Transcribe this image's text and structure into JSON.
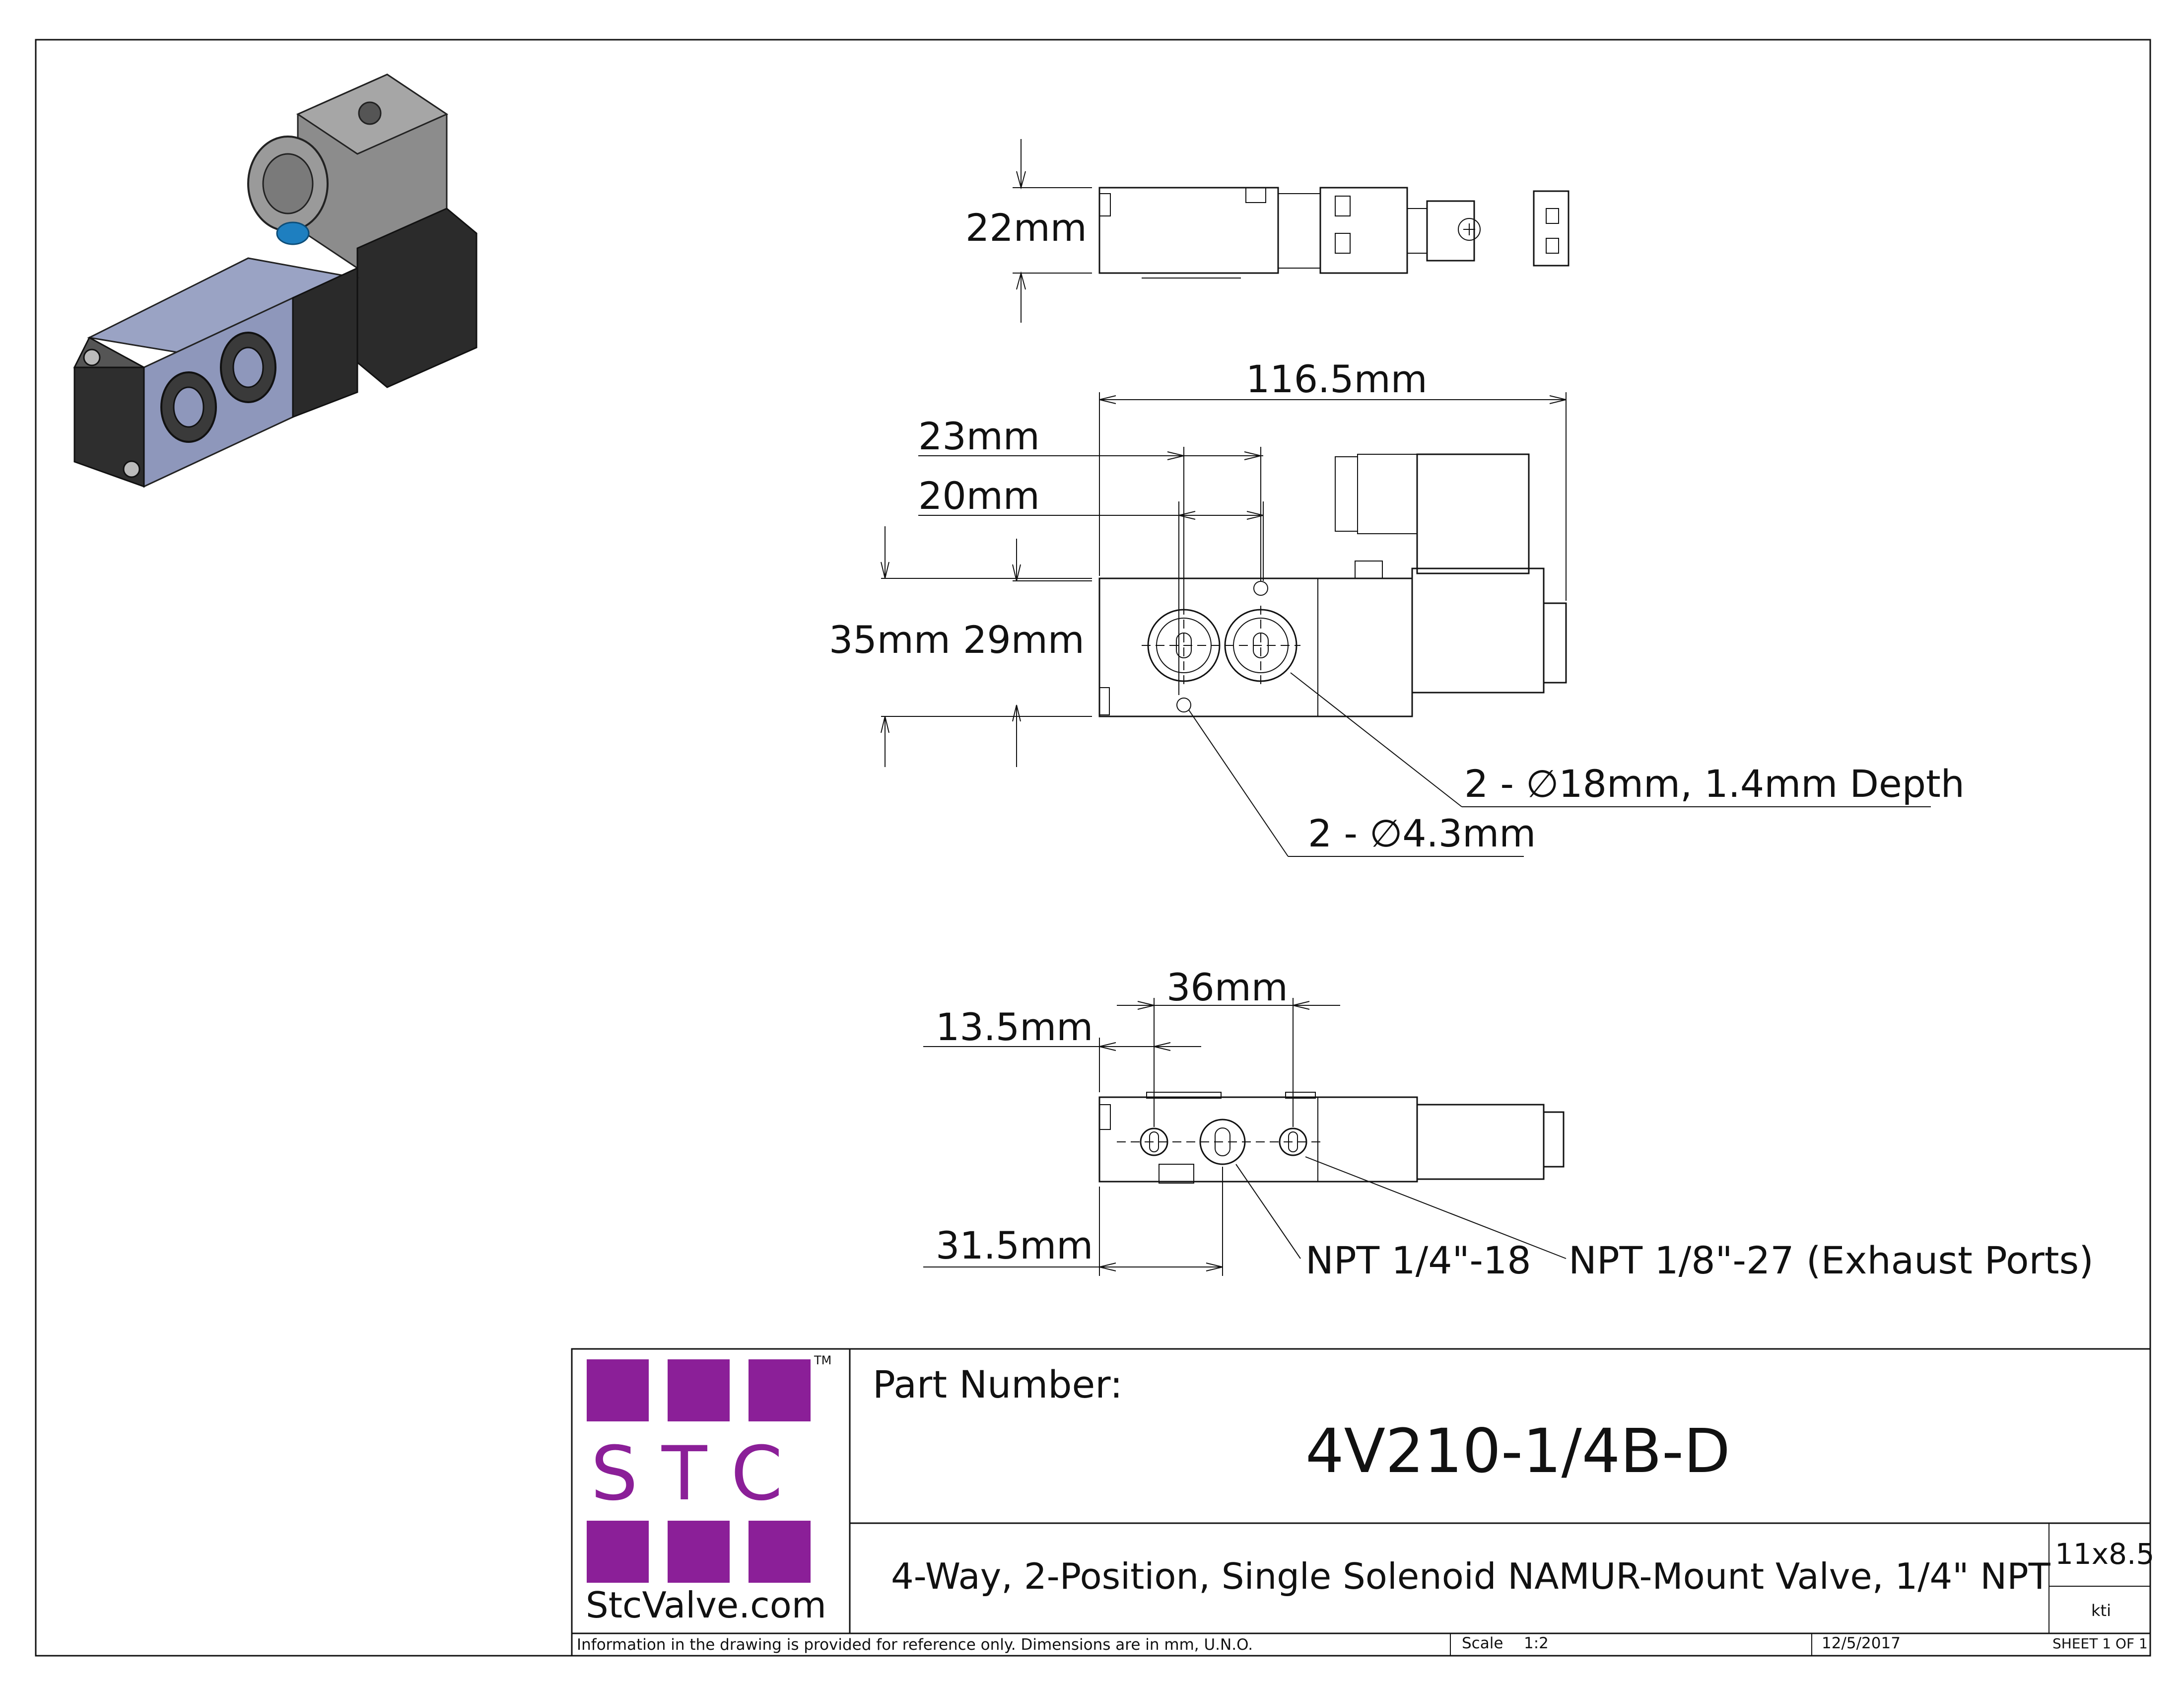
{
  "dimensions": {
    "height_top": "22mm",
    "overall_length": "116.5mm",
    "d23": "23mm",
    "d20": "20mm",
    "d35": "35mm",
    "d29": "29mm",
    "face_ports": "2 - ∅18mm, 1.4mm Depth",
    "mount_holes": "2 - ∅4.3mm",
    "d36": "36mm",
    "d13_5": "13.5mm",
    "d31_5": "31.5mm",
    "npt_main": "NPT 1/4\"-18",
    "npt_exhaust": "NPT 1/8\"-27 (Exhaust Ports)"
  },
  "title_block": {
    "logo_letters": "S T C",
    "logo_tm": "TM",
    "logo_site": "StcValve.com",
    "part_number_label": "Part Number:",
    "part_number": "4V210-1/4B-D",
    "description": "4-Way, 2-Position, Single Solenoid NAMUR-Mount Valve, 1/4\" NPT",
    "paper_size": "11x8.5",
    "author": "kti",
    "note": "Information in the drawing is provided for reference only. Dimensions are in mm, U.N.O.",
    "scale_label": "Scale",
    "scale_value": "1:2",
    "date": "12/5/2017",
    "sheet": "SHEET 1 OF 1"
  },
  "colors": {
    "logo_purple": "#8b1f98",
    "valve_body_blue": "#9aa3c4",
    "valve_body_dark": "#2a2a2a",
    "coil_connector_grey": "#8c8c8c",
    "screw_blue": "#1e7fc0"
  }
}
